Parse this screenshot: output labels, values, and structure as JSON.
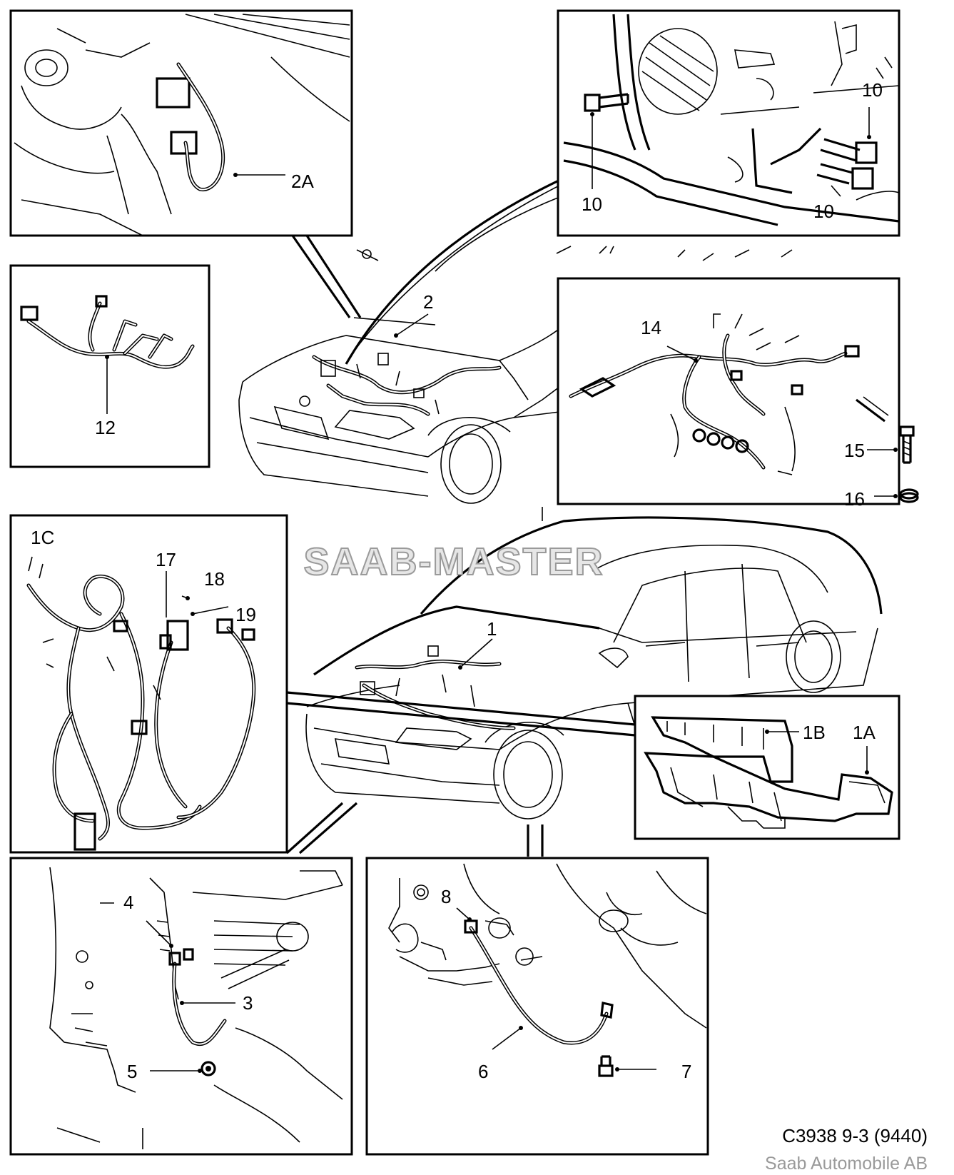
{
  "figure": {
    "code": "C3938 9-3 (9440)",
    "publisher": "Saab Automobile AB",
    "watermark": "SAAB-MASTER"
  },
  "callouts": {
    "c1": "1",
    "c1A": "1A",
    "c1B": "1B",
    "c1C": "1C",
    "c2": "2",
    "c2A": "2A",
    "c3": "3",
    "c4": "4",
    "c5": "5",
    "c6": "6",
    "c7": "7",
    "c8": "8",
    "c10a": "10",
    "c10b": "10",
    "c10c": "10",
    "c12": "12",
    "c14": "14",
    "c15": "15",
    "c16": "16",
    "c17": "17",
    "c18": "18",
    "c19": "19"
  }
}
